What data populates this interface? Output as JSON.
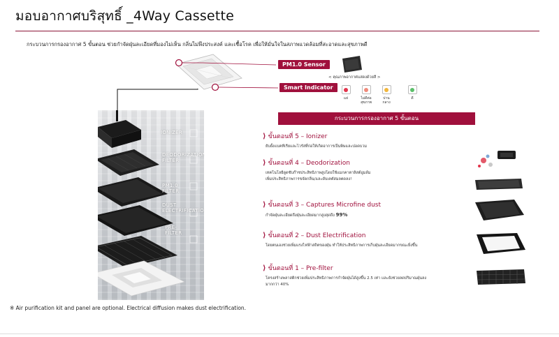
{
  "header": {
    "title": "มอบอากาศบริสุทธิ์ _4Way Cassette",
    "subtitle": "กระบวนการกรองอากาศ 5 ขั้นตอน ช่วยกำจัดฝุ่นละเอียดที่มองไม่เห็น กลิ่นไม่พึงประสงค์ และเชื้อโรค เพื่อให้มั่นใจในสภาพแวดล้อมที่สะอาดและสุขภาพดี"
  },
  "callouts": {
    "pm10_sensor": "PM1.0 Sensor",
    "smart_indicator": "Smart Indicator"
  },
  "indicator": {
    "title": "< คุณภาพอากาศแสดงด้วยสี >",
    "levels": [
      {
        "label": "แย่",
        "color": "#e2344b"
      },
      {
        "label": "ไม่ดีต่อสุขภาพ",
        "color": "#f08a7a"
      },
      {
        "label": "ปานกลาง",
        "color": "#f2b63b"
      },
      {
        "label": "ดี",
        "color": "#5bbf6a"
      }
    ]
  },
  "layers": [
    "IONIZER",
    "DEODORIZATION FILTER",
    "PM1.0 FILTER",
    "DUST ELECTRIFICATION",
    "PRE-FILTER"
  ],
  "steps_banner": "กระบวนการกรองอากาศ 5 ขั้นตอน",
  "steps": [
    {
      "title": "ขั้นตอนที่ 5 – Ionizer",
      "desc1": "ยับยั้งแบคทีเรียและไวรัสที่ก่อให้เกิดอาการเป็นพิษและปอดบวม",
      "desc2": ""
    },
    {
      "title": "ขั้นตอนที่ 4 – Deodorization",
      "desc1": "เทคโนโลยีดูดซับก๊าซประสิทธิภาพสูงโดยใช้แมกคาตาลิสต์อูมล์ม",
      "desc2": "เพิ่มประสิทธิภาพการขจัดกลิ่น/และดับเคตัสมลตดลง!"
    },
    {
      "title": "ขั้นตอนที่ 3 – Captures Microfine dust",
      "desc1": "กำจัดฝุ่นละเอียดถึงฝุ่นละเอียดมากสูงสุดถึง",
      "desc_pct": "99%",
      "desc2": ""
    },
    {
      "title": "ขั้นตอนที่ 2 – Dust Electrification",
      "desc1": "โดยตนเองช่วยเพิ่มแรงไฟฟ้าสถิตของฝุ่น ทำให้ประสิทธิภาพการเก็บฝุ่นละเอียดมากขณะยิ่งขึ้น",
      "desc2": ""
    },
    {
      "title": "ขั้นตอนที่ 1 – Pre-filter",
      "desc1": "โครงสร้างพลาสติกช่วยเพิ่มประสิทธิภาพการกำจัดฝุ่นได้สูงขึ้น 2.5 เท่า และยังช่วยลดปริมาณฝุ่นลง",
      "desc2": "มากกว่า 40%"
    }
  ],
  "footnote": "※ Air purification kit and panel are optional. Electrical diffusion makes dust electrification.",
  "colors": {
    "brand": "#a0103c"
  }
}
